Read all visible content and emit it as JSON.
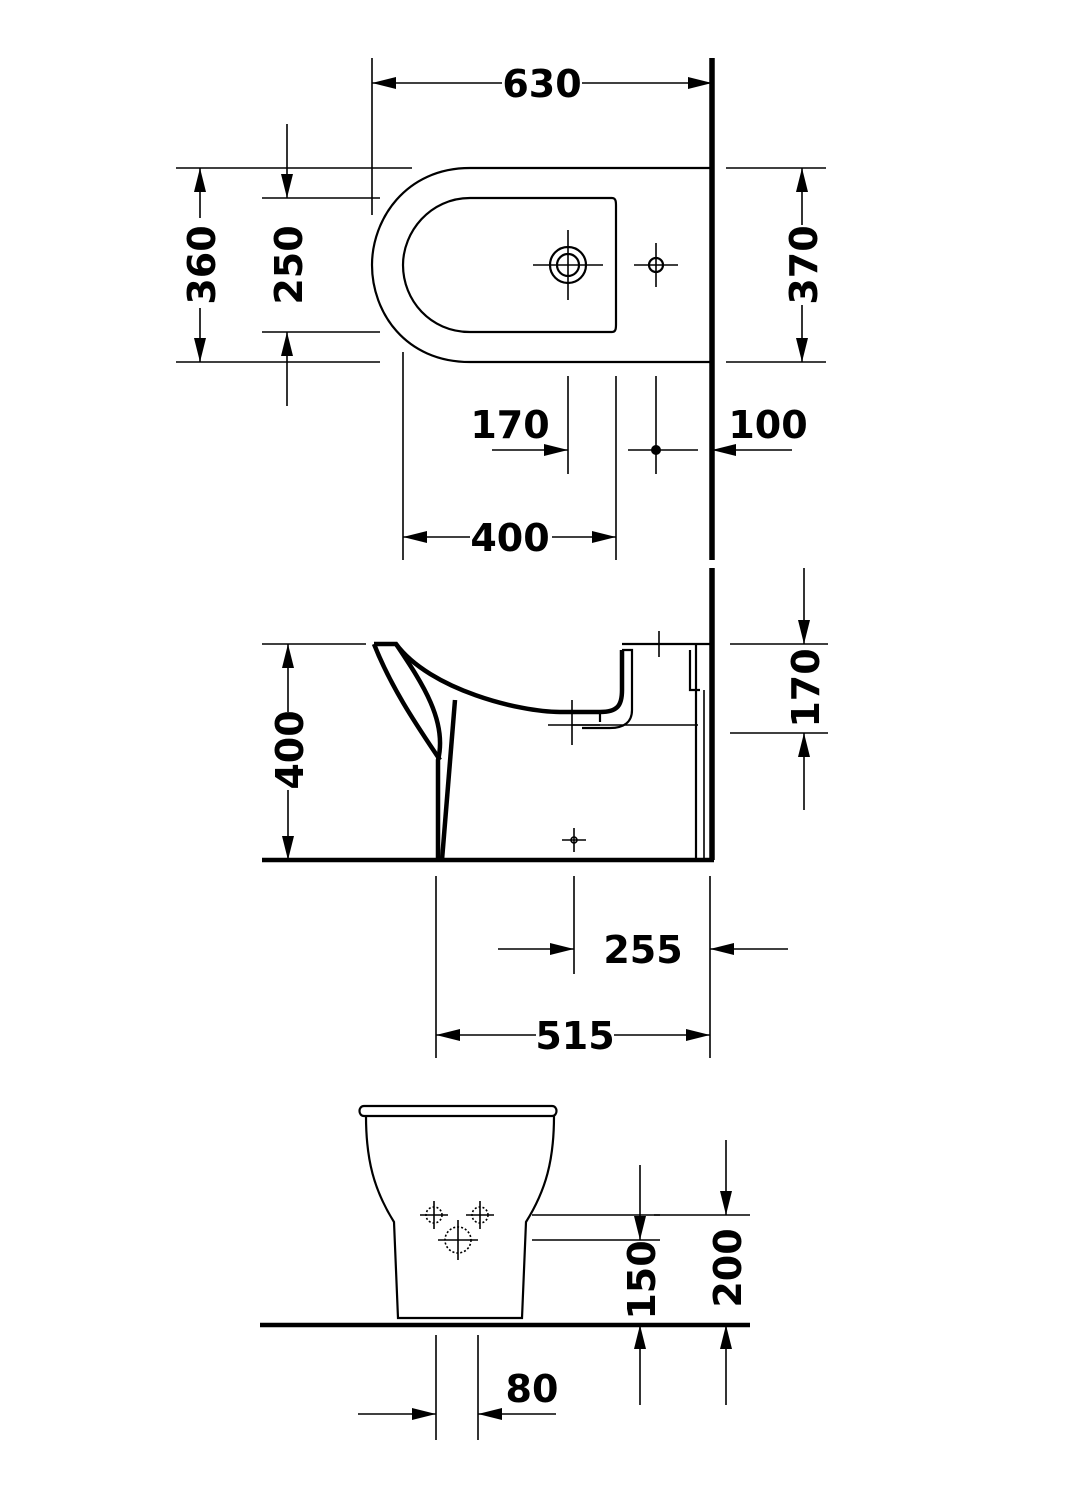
{
  "drawing": {
    "colors": {
      "line": "#000000",
      "background": "#ffffff"
    },
    "top_view": {
      "overall_depth": "630",
      "overall_width": "360",
      "bowl_width": "250",
      "back_width": "370",
      "tap_hole_offset": "170",
      "wall_to_mount": "100",
      "mount_spacing": "400"
    },
    "side_view": {
      "height": "400",
      "connection_height": "170",
      "outlet_to_wall": "255",
      "floor_depth": "515"
    },
    "front_view": {
      "outlet_height": "150",
      "inlet_height": "200",
      "foot_offset": "80"
    }
  }
}
